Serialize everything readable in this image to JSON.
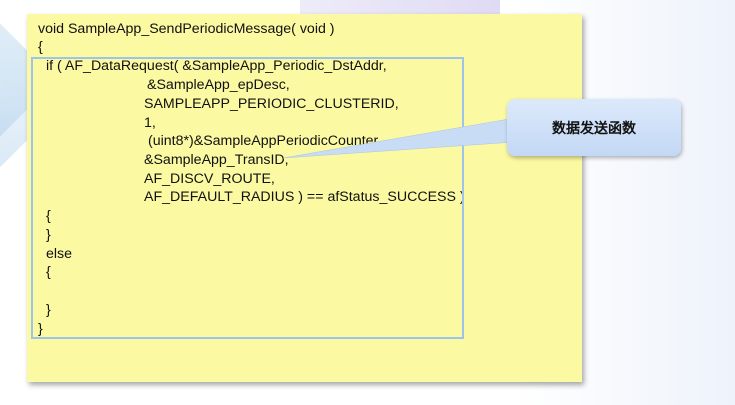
{
  "code_lines": [
    "void SampleApp_SendPeriodicMessage( void )",
    "{",
    "if ( AF_DataRequest( &SampleApp_Periodic_DstAddr,",
    "&SampleApp_epDesc,",
    "SAMPLEAPP_PERIODIC_CLUSTERID,",
    "1,",
    "(uint8*)&SampleAppPeriodicCounter,",
    "&SampleApp_TransID,",
    "AF_DISCV_ROUTE,",
    "AF_DEFAULT_RADIUS ) == afStatus_SUCCESS )",
    "{",
    "}",
    "else",
    "{",
    "}",
    "}"
  ],
  "callout": {
    "label": "数据发送函数"
  },
  "colors": {
    "note_bg": "#fbf9a1",
    "highlight_border": "#9ec4ec",
    "callout_bg": "#c3d8f5"
  }
}
